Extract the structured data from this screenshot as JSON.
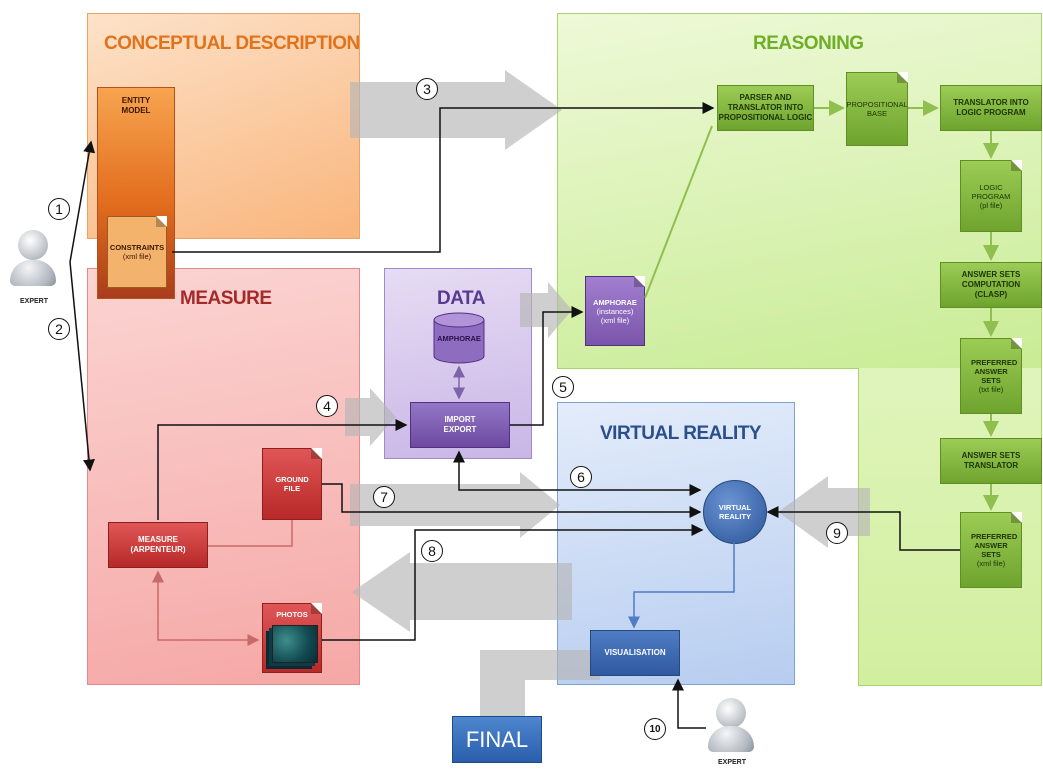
{
  "regions": {
    "conceptual": "CONCEPTUAL DESCRIPTION",
    "reasoning": "REASONING",
    "measure": "MEASURE",
    "data": "DATA",
    "virtual_reality": "VIRTUAL REALITY"
  },
  "conceptual": {
    "entity_model": "ENTITY MODEL",
    "constraints": "CONSTRAINTS",
    "constraints_sub": "(xml file)"
  },
  "reasoning": {
    "parser": "PARSER AND TRANSLATOR INTO PROPOSITIONAL LOGIC",
    "propositional_base": "PROPOSITIONAL BASE",
    "translator_logic": "TRANSLATOR INTO LOGIC PROGRAM",
    "logic_program": "LOGIC PROGRAM",
    "logic_program_sub": "(pl file)",
    "answer_sets_computation": "ANSWER SETS COMPUTATION (CLASP)",
    "preferred_txt": "PREFERRED ANSWER SETS",
    "preferred_txt_sub": "(txt file)",
    "answer_sets_translator": "ANSWER SETS TRANSLATOR",
    "preferred_xml": "PREFERRED ANSWER SETS",
    "preferred_xml_sub": "(xml file)",
    "amphorae_instances": "AMPHORAE",
    "amphorae_instances_sub": "(instances)",
    "amphorae_instances_sub2": "(xml file)"
  },
  "data": {
    "amphorae_db": "AMPHORAE",
    "import_export": "IMPORT EXPORT"
  },
  "measure": {
    "measure_box": "MEASURE (ARPENTEUR)",
    "ground_file": "GROUND FILE",
    "photos": "PHOTOS"
  },
  "vr": {
    "virtual_reality": "VIRTUAL REALITY",
    "visualisation": "VISUALISATION"
  },
  "final": "FINAL",
  "expert_label": "EXPERT",
  "steps": [
    "1",
    "2",
    "3",
    "4",
    "5",
    "6",
    "7",
    "8",
    "9",
    "10"
  ]
}
